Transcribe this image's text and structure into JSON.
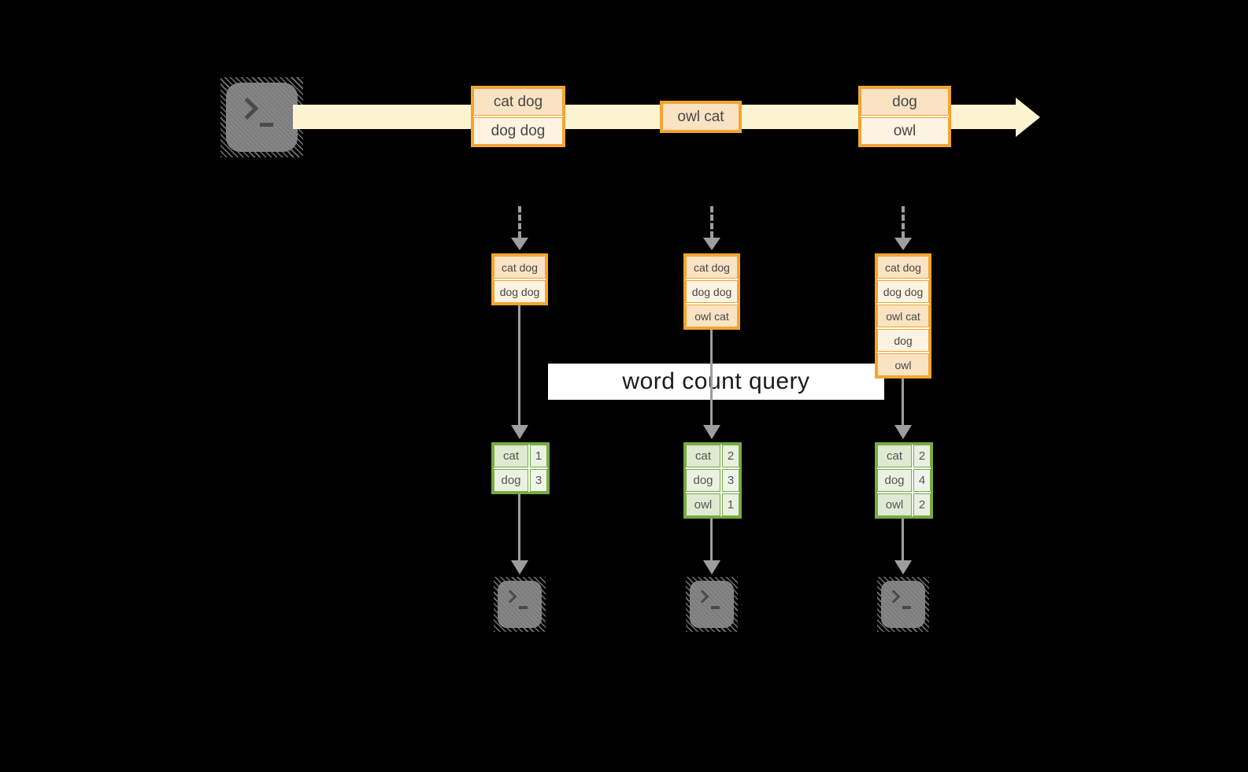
{
  "diagram": {
    "query_label": "word count query",
    "source": {
      "icon": "terminal-icon"
    },
    "stream": {
      "batches": [
        {
          "lines": [
            "cat dog",
            "dog dog"
          ]
        },
        {
          "lines": [
            "owl cat"
          ]
        },
        {
          "lines": [
            "dog",
            "owl"
          ]
        }
      ]
    },
    "columns": [
      {
        "input_lines": [
          "cat dog",
          "dog dog"
        ],
        "counts": [
          {
            "word": "cat",
            "count": "1"
          },
          {
            "word": "dog",
            "count": "3"
          }
        ],
        "sink_icon": "terminal-icon"
      },
      {
        "input_lines": [
          "cat dog",
          "dog dog",
          "owl cat"
        ],
        "counts": [
          {
            "word": "cat",
            "count": "2"
          },
          {
            "word": "dog",
            "count": "3"
          },
          {
            "word": "owl",
            "count": "1"
          }
        ],
        "sink_icon": "terminal-icon"
      },
      {
        "input_lines": [
          "cat dog",
          "dog dog",
          "owl cat",
          "dog",
          "owl"
        ],
        "counts": [
          {
            "word": "cat",
            "count": "2"
          },
          {
            "word": "dog",
            "count": "4"
          },
          {
            "word": "owl",
            "count": "2"
          }
        ],
        "sink_icon": "terminal-icon"
      }
    ],
    "colors": {
      "background": "#000000",
      "stream_band": "#FCF3D0",
      "record_border": "#F2A431",
      "record_fill_dark": "#FAE3C3",
      "record_fill_light": "#FDF3E1",
      "table_border": "#77AB45",
      "table_fill_dark": "#DFEAD2",
      "table_fill_light": "#EAF1E1",
      "table_fill_lightest": "#F0F5EA",
      "arrow_gray": "#9E9E9E",
      "terminal_gray": "#828282",
      "label_bg": "#FFFFFF",
      "label_text": "#1B1B1B"
    }
  }
}
